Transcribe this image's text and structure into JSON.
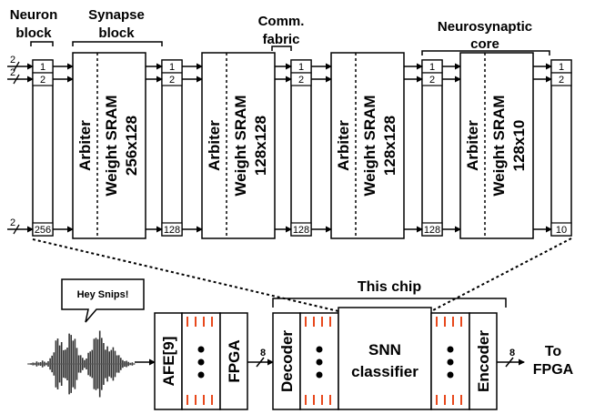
{
  "labels": {
    "neuron_block": [
      "Neuron",
      "block"
    ],
    "synapse_block": [
      "Synapse",
      "block"
    ],
    "comm_fabric": [
      "Comm.",
      "fabric"
    ],
    "neurosynaptic_core": [
      "Neurosynaptic",
      "core"
    ],
    "this_chip": "This chip",
    "to_fpga": [
      "To",
      "FPGA"
    ]
  },
  "neuron_columns": [
    {
      "first": "1",
      "second": "2",
      "last": "256"
    },
    {
      "first": "1",
      "second": "2",
      "last": "128"
    },
    {
      "first": "1",
      "second": "2",
      "last": "128"
    },
    {
      "first": "1",
      "second": "2",
      "last": "128"
    },
    {
      "first": "1",
      "second": "2",
      "last": "10"
    }
  ],
  "bus_width_top": "2",
  "bus_width_out": "8",
  "synapse_blocks": [
    {
      "arbiter": "Arbiter",
      "sram": "Weight SRAM",
      "size": "256x128"
    },
    {
      "arbiter": "Arbiter",
      "sram": "Weight SRAM",
      "size": "128x128"
    },
    {
      "arbiter": "Arbiter",
      "sram": "Weight SRAM",
      "size": "128x128"
    },
    {
      "arbiter": "Arbiter",
      "sram": "Weight SRAM",
      "size": "128x10"
    }
  ],
  "pipeline": {
    "speech_bubble": "Hey Snips!",
    "afe": "AFE[9]",
    "fpga": "FPGA",
    "decoder": "Decoder",
    "snn_classifier": [
      "SNN",
      "classifier"
    ],
    "encoder": "Encoder",
    "ellipsis": "•••"
  },
  "colors": {
    "spike_lines": "#e8481c",
    "stroke": "#000000"
  }
}
